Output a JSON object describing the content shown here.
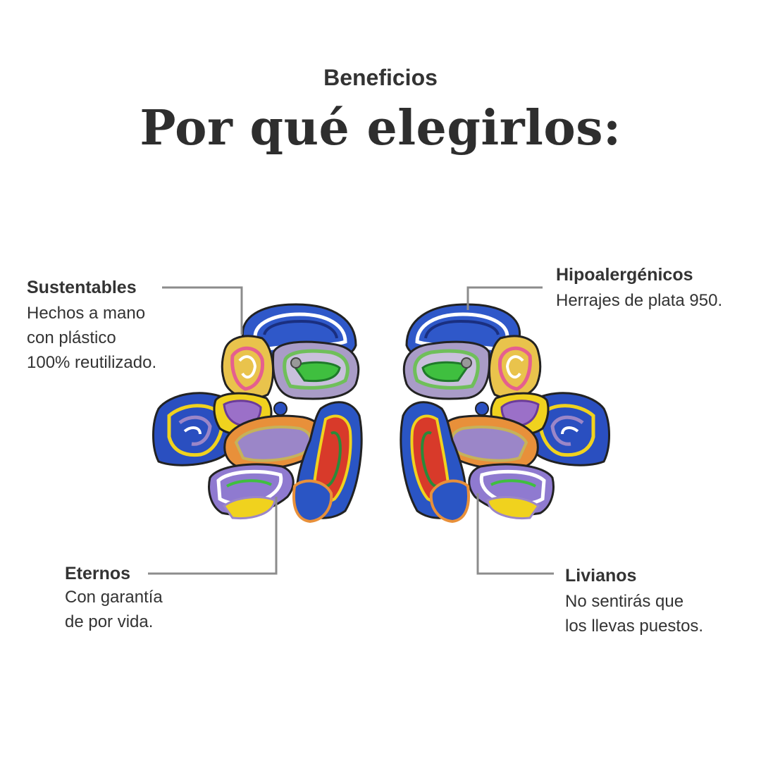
{
  "header": {
    "eyebrow": "Beneficios",
    "title": "Por qué elegirlos:"
  },
  "benefits": {
    "sustentables": {
      "title": "Sustentables",
      "body": "Hechos a mano\ncon plástico\n100% reutilizado."
    },
    "hipoalergenicos": {
      "title": "Hipoalergénicos",
      "body": "Herrajes de plata 950."
    },
    "eternos": {
      "title": "Eternos",
      "body": "Con garantía\nde por vida."
    },
    "livianos": {
      "title": "Livianos",
      "body": "No sentirás que\nlos llevas puestos."
    }
  },
  "colors": {
    "text": "#333333",
    "connector": "#8c8c8c",
    "earring_blue": "#2a55c4",
    "earring_purple": "#9b86c8",
    "earring_green": "#3fbf3f",
    "earring_yellow": "#f0d21e",
    "earring_red": "#d83a2a",
    "earring_orange": "#e8903a"
  }
}
